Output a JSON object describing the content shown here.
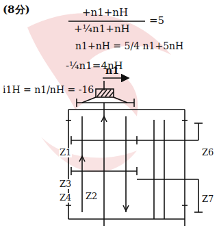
{
  "diagram": {
    "labels": [
      "(8分)",
      "+n1+nH",
      "+¼n1+nH",
      "=5",
      "n1+nH = 5/4 n1+5nH",
      "-¼n1=4nH",
      "i1H = n1/nH = -16",
      "n1",
      "Z1",
      "Z3",
      "Z4",
      "Z2",
      "Z6",
      "Z7"
    ]
  }
}
